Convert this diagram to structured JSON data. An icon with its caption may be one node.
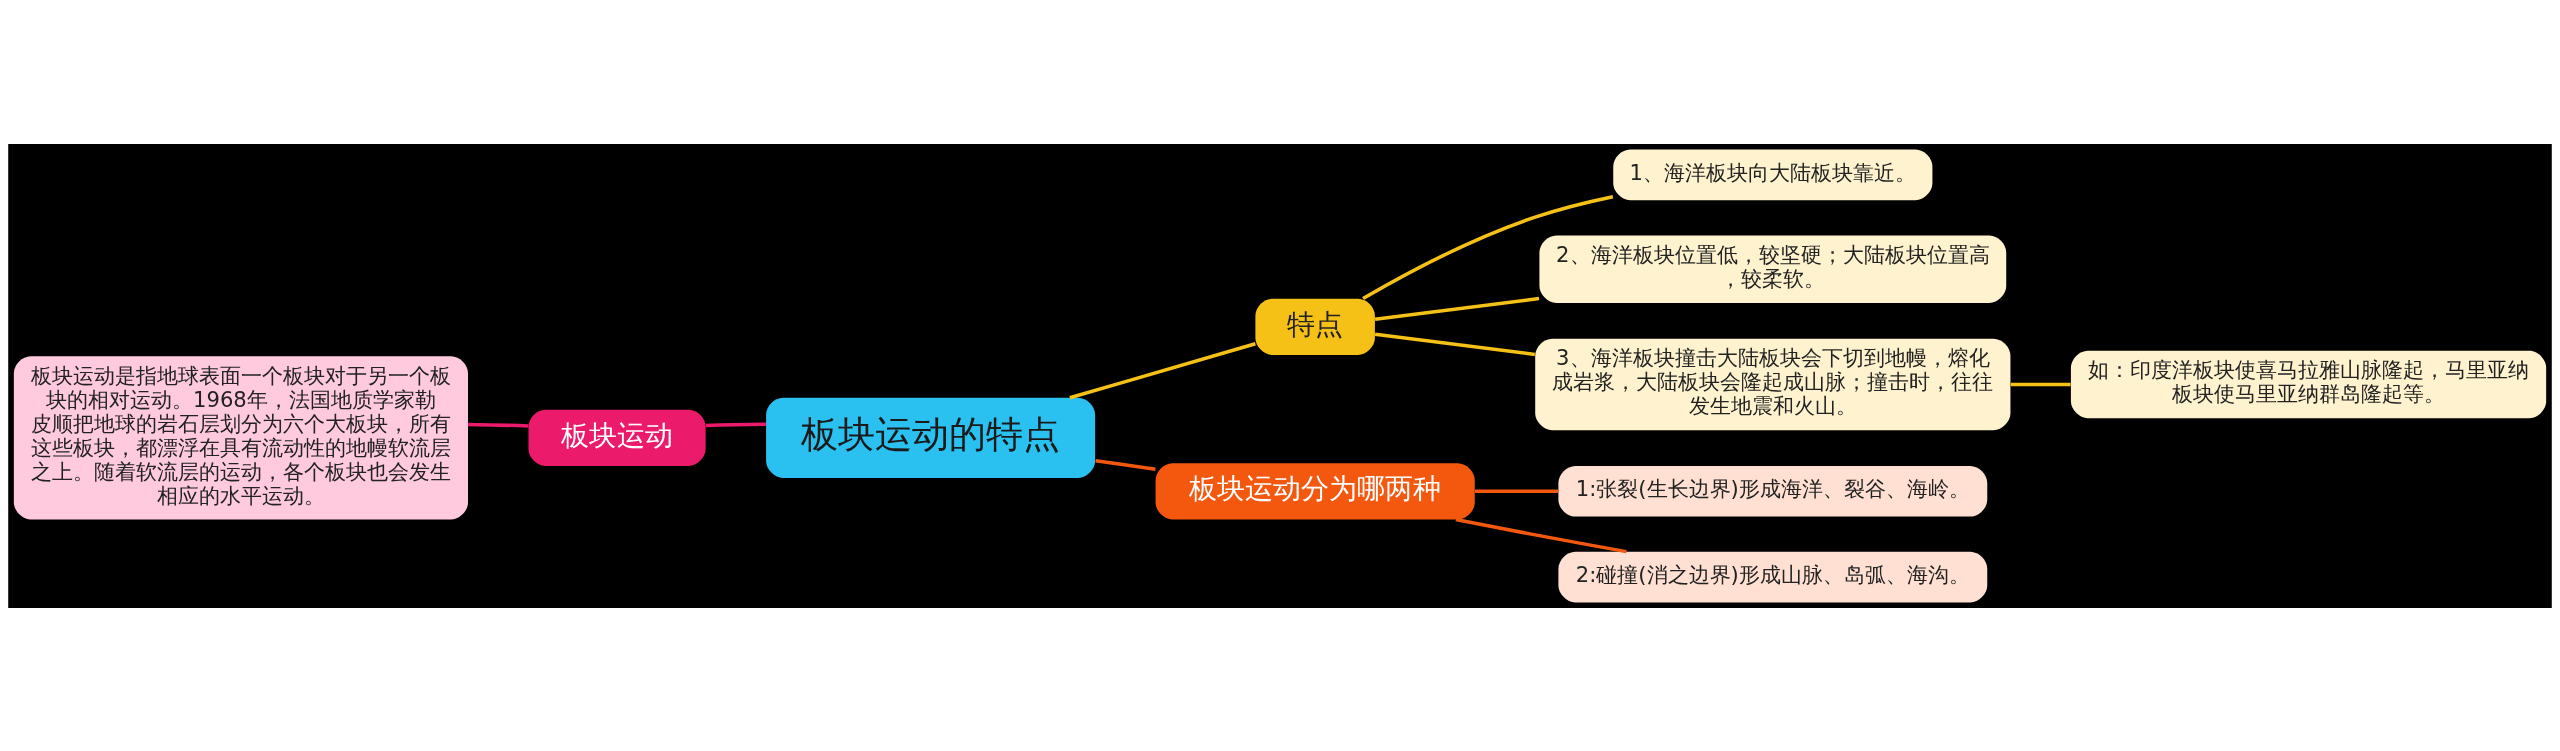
{
  "diagram": {
    "nodes": [
      {
        "text": [
          "板块运动的特点"
        ]
      },
      {
        "text": [
          "板块运动"
        ]
      },
      {
        "text": [
          "板块运动是指地球表面一个板块对于另一个板块的相对运动。1968年，法国地质学家勒皮顺把地球的岩石层划分为六个大板块，所有这些板块，都漂浮在具有流动性的地幔软流层之上。随着软流层的运动，各个板块也会发生相应的水平运动。"
        ]
      },
      {
        "text": [
          "特点"
        ]
      },
      {
        "text": [
          "1、海洋板块向大陆板块靠近。"
        ]
      },
      {
        "text": [
          "2、海洋板块位置低，较坚硬；大陆板块位置高，较柔软。"
        ]
      },
      {
        "text": [
          "3、海洋板块撞击大陆板块会下切到地幔，熔化成岩浆，大陆板块会隆起成山脉；撞击时，往往发生地震和火山。"
        ]
      },
      {
        "text": [
          "如：印度洋板块使喜马拉雅山脉隆起，马里亚纳板块使马里亚纳群岛隆起等。"
        ]
      },
      {
        "text": [
          "板块运动分为哪两种"
        ]
      },
      {
        "text": [
          "1:张裂(生长边界)形成海洋、裂谷、海岭。"
        ]
      },
      {
        "text": [
          "2:碰撞(消之边界)形成山脉、岛弧、海沟。"
        ]
      }
    ],
    "edges": [
      {
        "from": 0,
        "to": 1,
        "arrow": "none",
        "color": "#ec1a6b"
      },
      {
        "from": 1,
        "to": 2,
        "arrow": "none",
        "color": "#ec1a6b"
      },
      {
        "from": 0,
        "to": 3,
        "arrow": "none",
        "color": "#f6c116"
      },
      {
        "from": 3,
        "to": 4,
        "arrow": "none",
        "color": "#f6c116"
      },
      {
        "from": 3,
        "to": 5,
        "arrow": "none",
        "color": "#f6c116"
      },
      {
        "from": 3,
        "to": 6,
        "arrow": "none",
        "color": "#f6c116"
      },
      {
        "from": 6,
        "to": 7,
        "arrow": "none",
        "color": "#f6c116"
      },
      {
        "from": 0,
        "to": 8,
        "arrow": "none",
        "color": "#f4580f"
      },
      {
        "from": 8,
        "to": 9,
        "arrow": "none",
        "color": "#f4580f"
      },
      {
        "from": 8,
        "to": 10,
        "arrow": "none",
        "color": "#f4580f"
      }
    ]
  }
}
